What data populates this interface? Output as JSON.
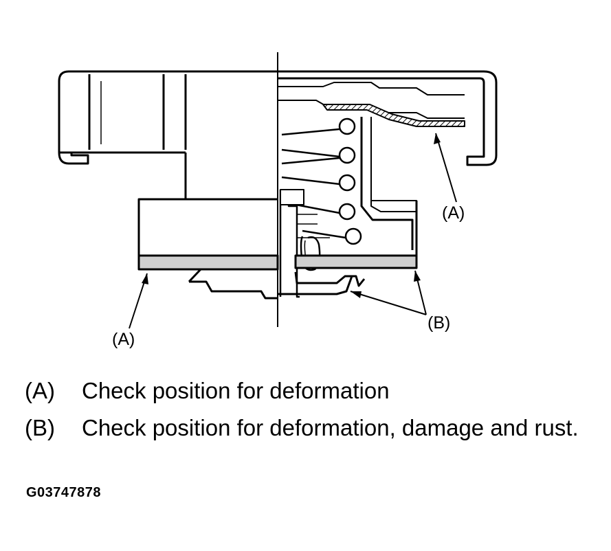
{
  "callouts": {
    "a_upper": "(A)",
    "a_lower": "(A)",
    "b": "(B)"
  },
  "legend": [
    {
      "key": "(A)",
      "text": "Check position for deformation"
    },
    {
      "key": "(B)",
      "text": "Check position for deformation, damage and rust."
    }
  ],
  "figure_id": "G03747878",
  "colors": {
    "ink": "#000000",
    "paper": "#ffffff",
    "gasket": "#cfcfcf"
  }
}
